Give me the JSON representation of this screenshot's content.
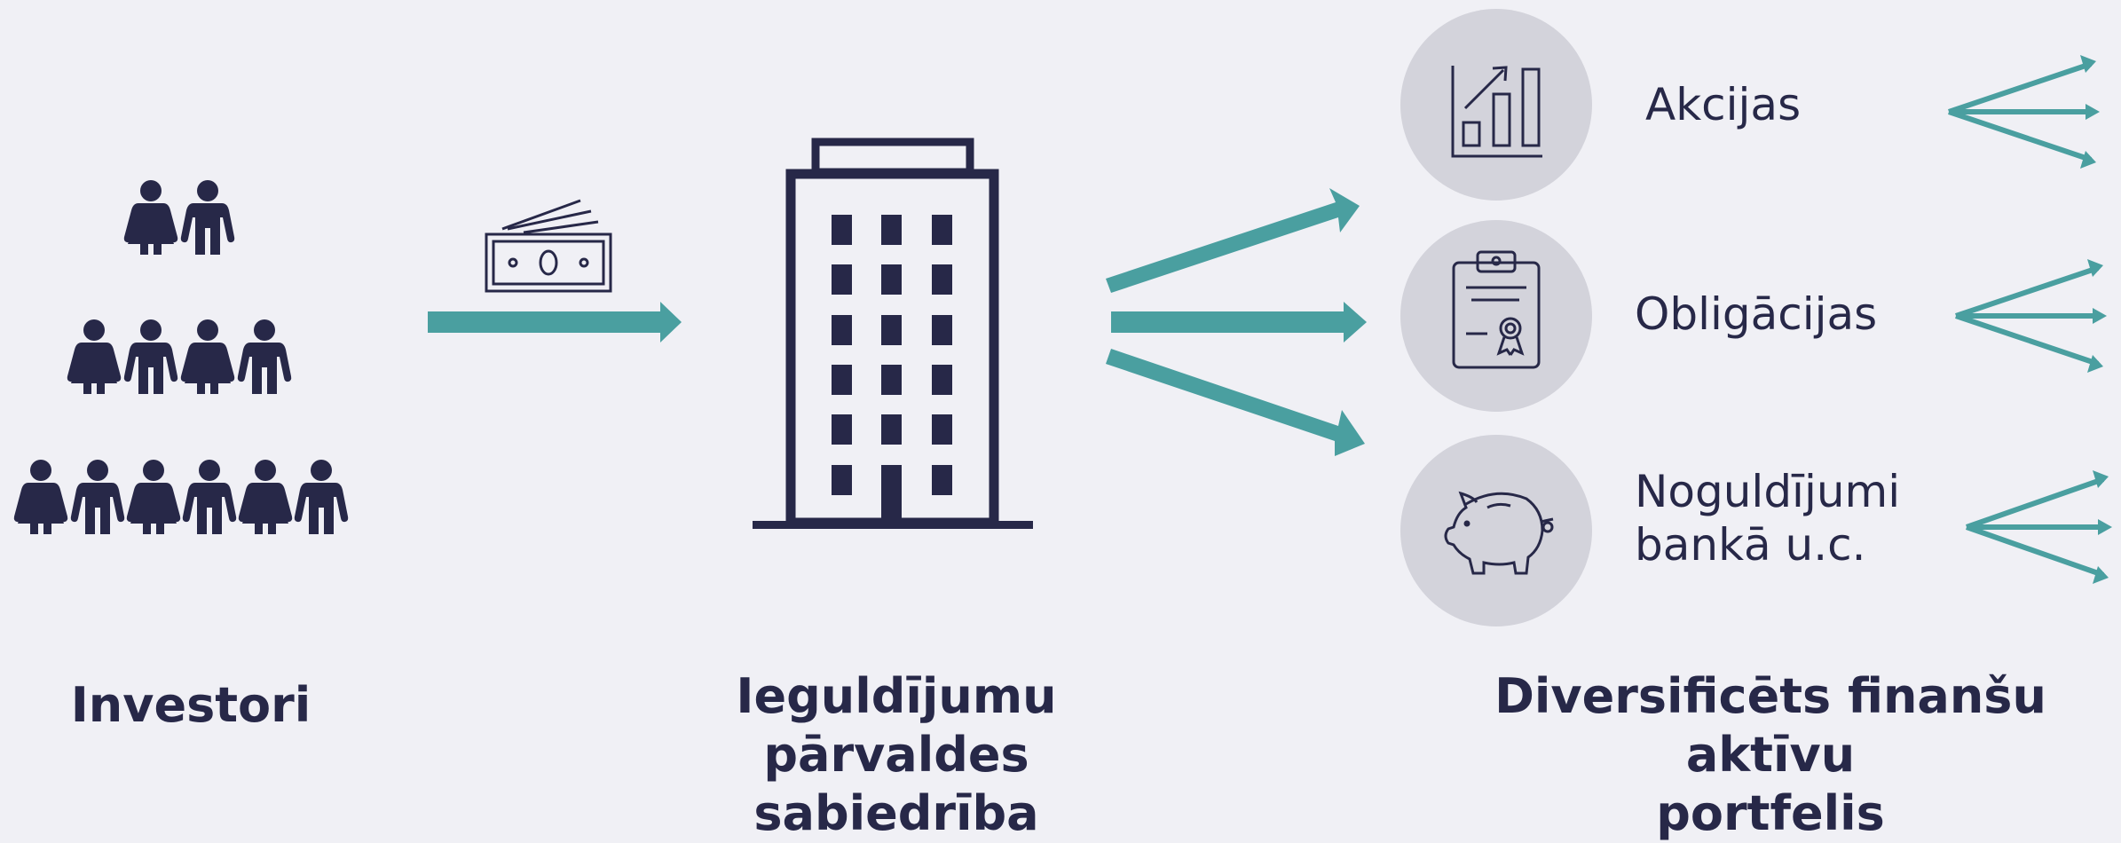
{
  "colors": {
    "navy": "#272848",
    "teal": "#4a9fa0",
    "circle": "#d3d3db",
    "background": "#f0f0f5"
  },
  "icons": [
    "people-group-icon",
    "banknotes-icon",
    "office-building-icon",
    "bar-chart-icon",
    "certificate-icon",
    "piggy-bank-icon"
  ],
  "captions": {
    "investors": "Investori",
    "company_line1": "Ieguldījumu pārvaldes",
    "company_line2": "sabiedrība",
    "portfolio_line1": "Diversificēts finanšu aktīvu",
    "portfolio_line2": "portfelis"
  },
  "assets": [
    {
      "icon": "bar-chart-icon",
      "lines": [
        "Akcijas"
      ]
    },
    {
      "icon": "certificate-icon",
      "lines": [
        "Obligācijas"
      ]
    },
    {
      "icon": "piggy-bank-icon",
      "lines": [
        "Noguldījumi",
        "bankā u.c."
      ]
    }
  ]
}
